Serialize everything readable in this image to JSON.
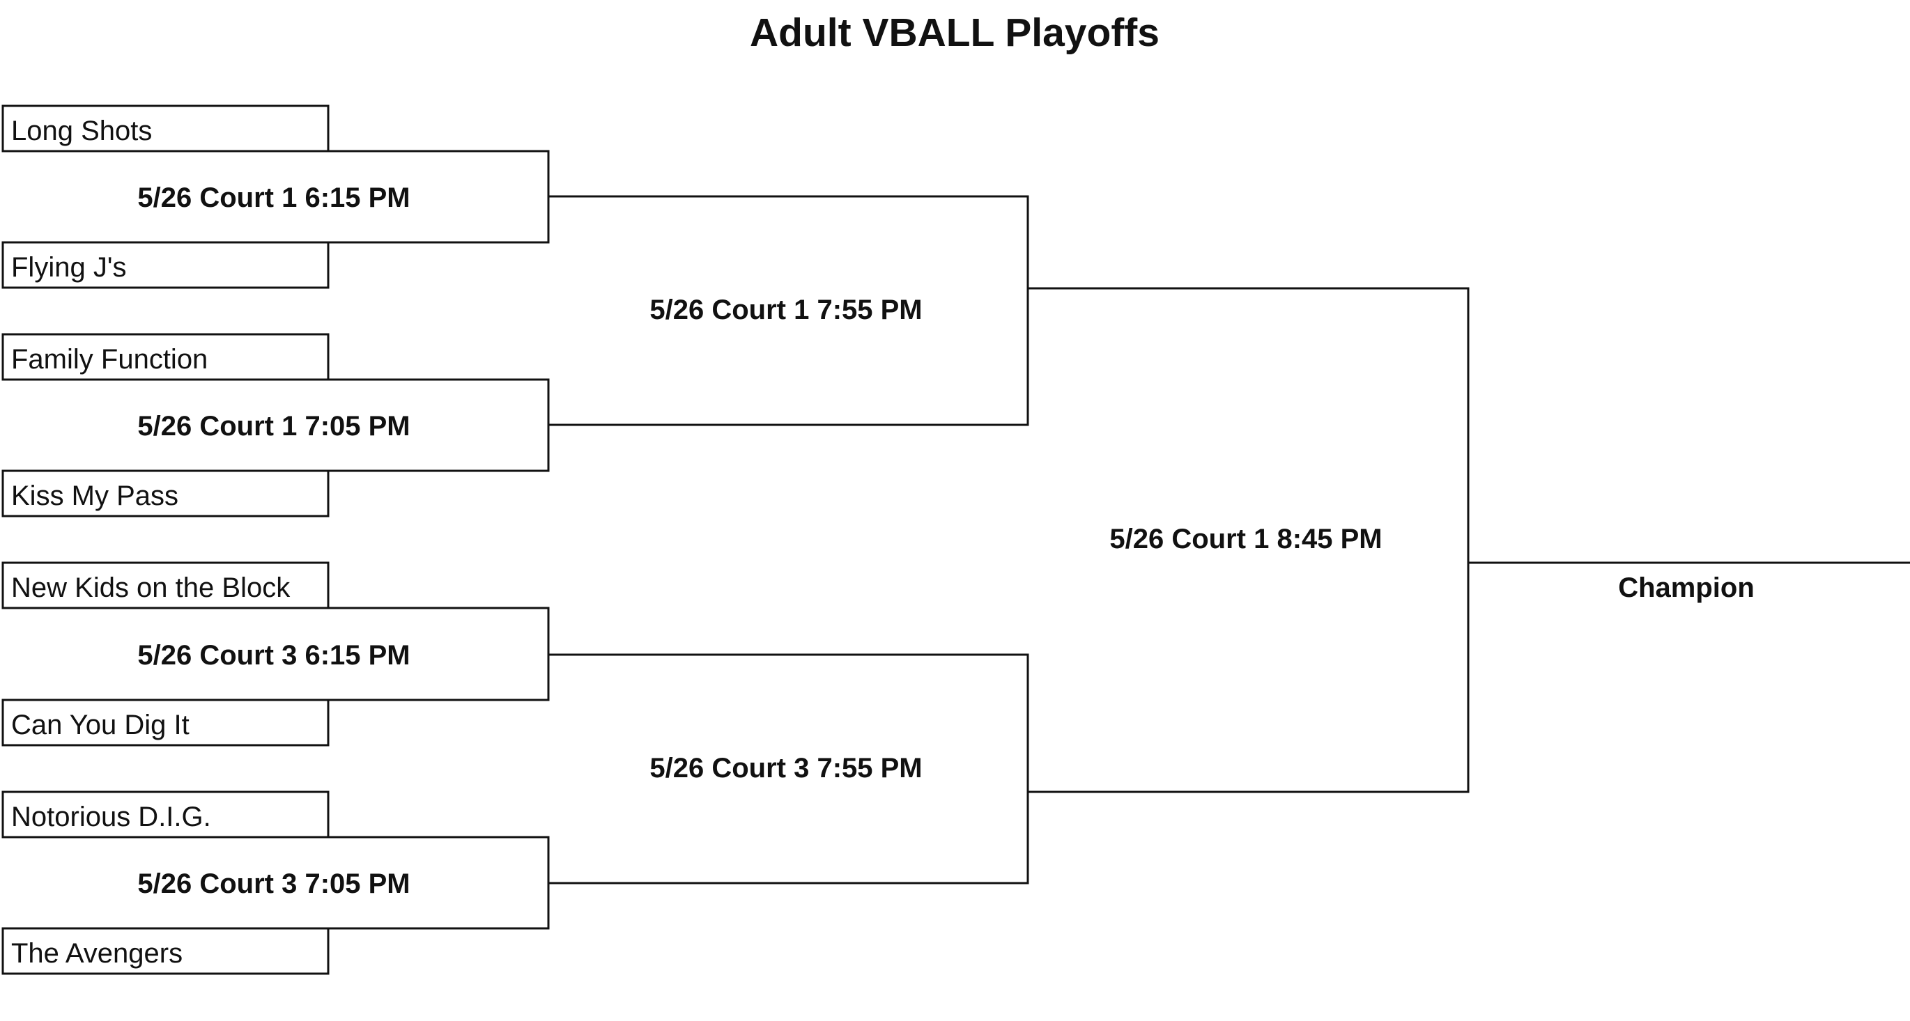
{
  "title": "Adult VBALL Playoffs",
  "round1": {
    "teams": [
      "Long Shots",
      "Flying J's",
      "Family Function",
      "Kiss My Pass",
      "New Kids on the Block",
      "Can You Dig It",
      "Notorious D.I.G.",
      "The Avengers"
    ],
    "matches": [
      "5/26 Court 1 6:15 PM",
      "5/26 Court 1 7:05 PM",
      "5/26 Court 3 6:15 PM",
      "5/26 Court 3 7:05 PM"
    ]
  },
  "round2": {
    "matches": [
      "5/26 Court 1 7:55 PM",
      "5/26 Court 3 7:55 PM"
    ]
  },
  "final": {
    "match": "5/26 Court 1 8:45 PM",
    "champion_label": "Champion"
  }
}
